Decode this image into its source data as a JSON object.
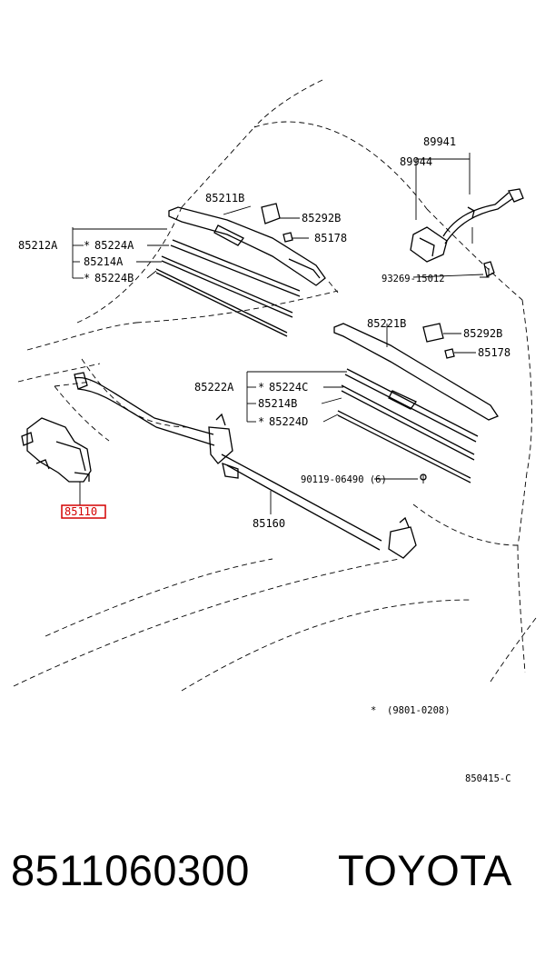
{
  "diagram": {
    "callouts": {
      "c89941": "89941",
      "c89944": "89944",
      "c85211B": "85211B",
      "c85292B_top": "85292B",
      "c85178_top": "85178",
      "c85212A": "85212A",
      "c85224A": "85224A",
      "c85214A": "85214A",
      "c85224B": "85224B",
      "c93269": "93269-15012",
      "c85221B": "85221B",
      "c85292B_bottom": "85292B",
      "c85178_bottom": "85178",
      "c85222A": "85222A",
      "c85224C": "85224C",
      "c85214B": "85214B",
      "c85224D": "85224D",
      "c90119": "90119-06490 (6)",
      "c85160": "85160",
      "c85110": "85110"
    },
    "asterisk": "*",
    "note": "(9801-0208)",
    "figure_ref": "850415-C",
    "highlight_color": "#d40000"
  },
  "footer": {
    "part_number": "8511060300",
    "brand": "TOYOTA"
  }
}
